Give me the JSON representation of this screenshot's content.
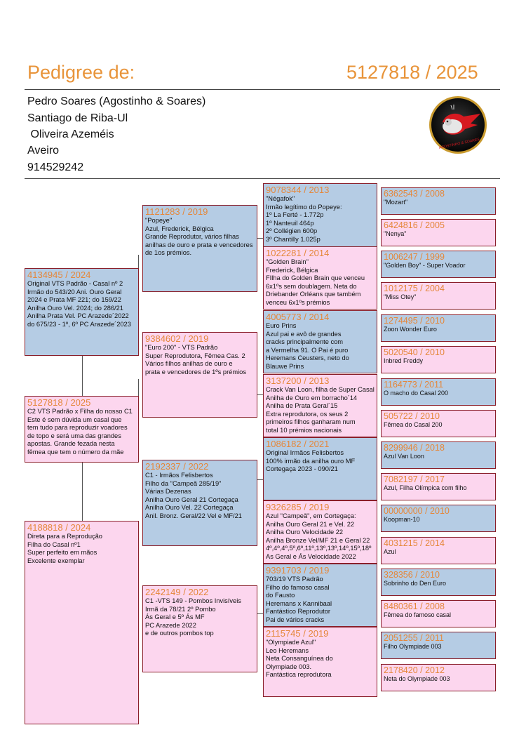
{
  "header": {
    "title_label": "Pedigree de:",
    "ring_number": "5127818 / 2025"
  },
  "owner": {
    "name": "Pedro Soares (Agostinho & Soares)",
    "address1": "Santiago de Riba-Ul",
    "address2": " Oliveira Azeméis",
    "district": "Aveiro",
    "phone": "914529242"
  },
  "logo": {
    "text": "AGOSTINHO & SOARES"
  },
  "colors": {
    "accent": "#e8943a",
    "blue_box": "#b5cce4",
    "pink_box": "#fcd6ee",
    "border": "#8a1f2a"
  },
  "pedigree": {
    "subject": {
      "ring": "5127818 / 2025",
      "desc": "C2 VTS Padrão x Filha do nosso C1\nEste é sem dúvida um casal que\ntem tudo para reproduzir voadores\nde topo e será uma das grandes\napostas. Grande fezada nesta\nfêmea que tem o número da mãe"
    },
    "sire": {
      "ring": "4134945 / 2024",
      "desc": "Original VTS Padrão - Casal nº 2\nIrmão do 543/20 Ani. Ouro Geral\n2024 e Prata MF 221; do 159/22\nAnilha Ouro Vel. 2024; do 286/21\nAnilha Prata Vel. PC Arazede´2022\ndo 675/23 - 1º, 6º PC Arazede´2023"
    },
    "dam": {
      "ring": "4188818 / 2024",
      "desc": "Direta para a Reprodução\nFilha do Casal nº1\nSuper perfeito em mãos\nExcelente exemplar"
    },
    "gen2": [
      {
        "ring": "1121283 / 2019",
        "desc": "\"Popeye\"\nAzul, Frederick, Bélgica\nGrande Reprodutor, vários filhas\nanilhas de ouro e prata e vencedores\nde 1os prémios."
      },
      {
        "ring": "9384602 / 2019",
        "desc": "\"Euro 200\" - VTS Padrão\nSuper Reprodutora, Fêmea Cas. 2\nVários filhos anilhas de ouro e\nprata e vencedores de 1ºs prémios"
      },
      {
        "ring": "2192337 / 2022",
        "desc": "C1 - Irmãos Felisbertos\nFilho da \"Campeã 285/19\"\nVárias Dezenas\nAnilha Ouro Geral 21 Cortegaça\nAnilha Ouro Vel. 22 Cortegaça\nAnil. Bronz. Geral/22 Vel e MF/21"
      },
      {
        "ring": "2242149 / 2022",
        "desc": "C1 -VTS 149 - Pombos Invisíveis\nIrmã da 78/21 2º Pombo\nÁs Geral e 5º Ás MF\nPC Arazede 2022\ne de outros pombos top"
      }
    ],
    "gen3": [
      {
        "ring": "9078344 / 2013",
        "desc": "\"Négafok\"\nIrmão legítimo do Popeye:\n1º La Ferté - 1.772p\n1º Nanteuil 464p\n2º Collégien 600p\n3º Chantilly 1.025p"
      },
      {
        "ring": "1022281 / 2014",
        "desc": "\"Golden Brain\"\nFrederick, Bélgica\nFIlha do Golden Brain que venceu\n6x1ºs sem doublagem. Neta do\nDriebander Orléans que também\nvenceu 6x1ºs prémios"
      },
      {
        "ring": "4005773 / 2014",
        "desc": "Euro Prins\nAzul pai e avô de grandes\ncracks principalmente com\na Vermelha 91. O Pai é puro\nHeremans Ceusters, neto do\nBlauwe Prins"
      },
      {
        "ring": "3137200 / 2013",
        "desc": "Crack Van Loon, filha de Super Casal\nAnilha de Ouro em borracho´14\nAnilha de Prata Geral´15\nExtra reprodutora, os seus 2\nprimeiros filhos ganharam num\ntotal 10 prémios nacionais"
      },
      {
        "ring": "1086182 / 2021",
        "desc": "Original Irmãos Felisbertos\n100% irmão da anilha ouro MF\nCortegaça 2023 - 090/21"
      },
      {
        "ring": "9326285 / 2019",
        "desc": "Azul \"Campeã\", em Cortegaça:\nAnilha Ouro Geral 21 e Vel. 22\nAnilha Ouro Velocidade 22\nAnilha Bronze Vel/MF 21 e Geral 22\n4º,4º,4º,5º,6º,11º,13º,13º,14º,15º,18º\nAs Geral e Ás Velocidade 2022"
      },
      {
        "ring": "9391703 / 2019",
        "desc": "703/19 VTS Padrão\nFilho do famoso casal\ndo Fausto\nHeremans x Kannibaal\nFantástico Reprodutor\nPai de vários cracks"
      },
      {
        "ring": "2115745 / 2019",
        "desc": "\"Olympiade Azul\"\nLeo Heremans\nNeta Consanguínea do\nOlympiade 003.\nFantástica reprodutora"
      }
    ],
    "gen4": [
      {
        "ring": "6362543 / 2008",
        "desc": "\"Mozart\""
      },
      {
        "ring": "6424816 / 2005",
        "desc": "\"Nenya\""
      },
      {
        "ring": "1006247 / 1999",
        "desc": "\"Golden Boy\" - Super Voador"
      },
      {
        "ring": "1012175 / 2004",
        "desc": "\"Miss Otey\""
      },
      {
        "ring": "1274495 / 2010",
        "desc": "Zoon Wonder Euro"
      },
      {
        "ring": "5020540 / 2010",
        "desc": "Inbred Freddy"
      },
      {
        "ring": "1164773 / 2011",
        "desc": "O macho do Casal 200"
      },
      {
        "ring": "505722 / 2010",
        "desc": "Fêmea do Casal 200"
      },
      {
        "ring": "8299946 / 2018",
        "desc": "Azul Van Loon"
      },
      {
        "ring": "7082197 / 2017",
        "desc": "Azul, Filha Olímpica com filho"
      },
      {
        "ring": "00000000 / 2010",
        "desc": "Koopman-10"
      },
      {
        "ring": "4031215 / 2014",
        "desc": "Azul"
      },
      {
        "ring": "328356 / 2010",
        "desc": "Sobrinho do Den Euro"
      },
      {
        "ring": "8480361 / 2008",
        "desc": "Fêmea do famoso casal"
      },
      {
        "ring": "2051255 / 2011",
        "desc": "Filho Olympiade 003"
      },
      {
        "ring": "2178420 / 2012",
        "desc": "Neta do Olympiade 003"
      }
    ]
  }
}
